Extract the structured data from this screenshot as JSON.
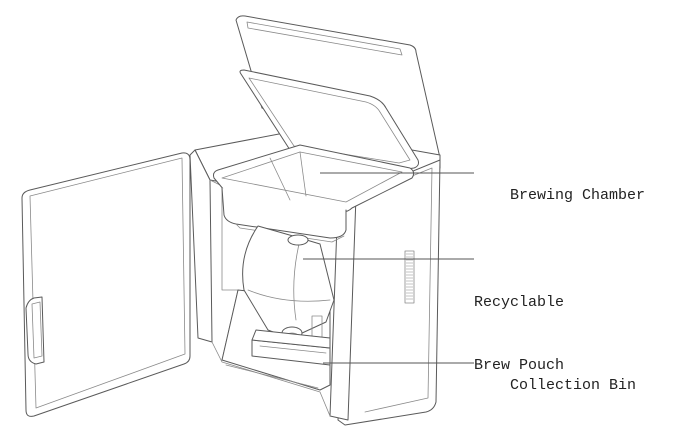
{
  "diagram": {
    "subject": "Brewing appliance cutaway, isometric line drawing",
    "labels": [
      {
        "id": "brewing-chamber",
        "lines": [
          "Brewing Chamber"
        ]
      },
      {
        "id": "recyclable-brew-pouch",
        "lines": [
          "Recyclable",
          "Brew Pouch"
        ]
      },
      {
        "id": "collection-bin",
        "lines": [
          "Collection Bin"
        ]
      }
    ]
  }
}
